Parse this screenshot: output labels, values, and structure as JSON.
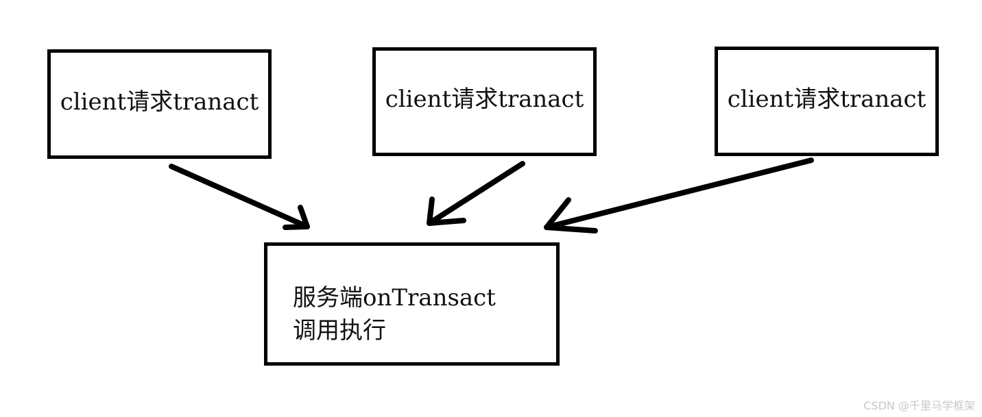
{
  "clients": [
    {
      "label": "client请求tranact"
    },
    {
      "label": "client请求tranact"
    },
    {
      "label": "client请求tranact"
    }
  ],
  "server": {
    "line1": "服务端onTransact",
    "line2": "调用执行"
  },
  "watermark": "CSDN @千里马学框架"
}
